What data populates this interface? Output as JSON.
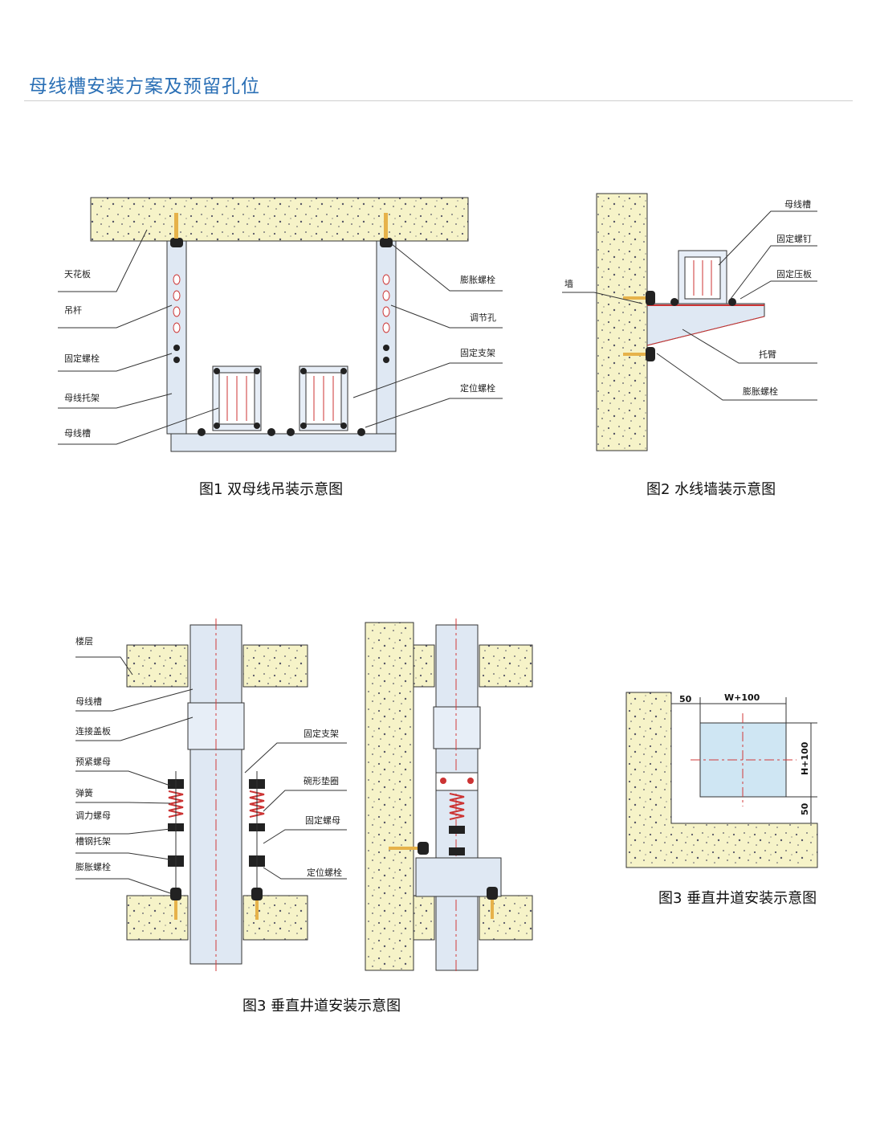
{
  "page": {
    "title": "母线槽安装方案及预留孔位"
  },
  "colors": {
    "accent": "#2a6fb5",
    "concrete": "#f6f3c8",
    "metal": "#dfe8f3",
    "bolt": "#222222",
    "redline": "#d23a3a"
  },
  "fig1": {
    "caption": "图1 双母线吊装示意图",
    "labels": [
      "天花板",
      "吊杆",
      "固定螺栓",
      "母线托架",
      "母线槽",
      "膨胀螺栓",
      "调节孔",
      "固定支架",
      "定位螺栓"
    ]
  },
  "fig2": {
    "caption": "图2 水线墙装示意图",
    "labels": [
      "母线槽",
      "固定螺钉",
      "固定压板",
      "墙",
      "托臂",
      "膨胀螺栓"
    ]
  },
  "fig3": {
    "caption": "图3 垂直井道安装示意图",
    "labels": [
      "楼层",
      "母线槽",
      "连接盖板",
      "预紧螺母",
      "弹簧",
      "调力螺母",
      "槽钢托架",
      "膨胀螺栓",
      "固定支架",
      "碗形垫圈",
      "固定螺母",
      "定位螺栓"
    ]
  },
  "fig4": {
    "caption": "图3 垂直井道安装示意图",
    "dims": {
      "top_left": "50",
      "width": "W+100",
      "height": "H+100",
      "bottom": "50"
    }
  }
}
